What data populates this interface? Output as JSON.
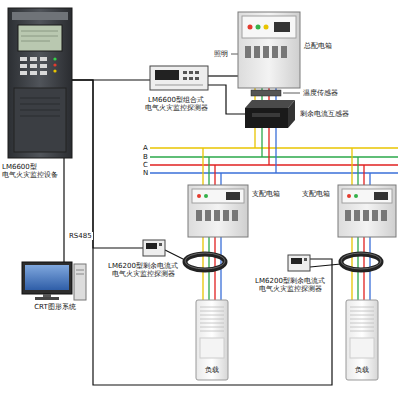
{
  "diagram": {
    "nodes": [
      {
        "text": [
          "LM6600型 电气火灾监控设备"
        ]
      },
      {
        "text": [
          "总配电箱"
        ]
      },
      {
        "text": [
          "LM6600型组合式 电气火灾监控探测器"
        ]
      },
      {
        "text": [
          "剩余电流互感器"
        ]
      },
      {
        "text": [
          "支配电箱"
        ]
      },
      {
        "text": [
          "支配电箱"
        ]
      },
      {
        "text": [
          "LM6200型剩余电流式 电气火灾监控探测器"
        ]
      },
      {
        "text": [
          "LM6200型剩余电流式 电气火灾监控探测器"
        ]
      },
      {
        "text": [
          "CRT图形系统"
        ]
      },
      {
        "text": [
          "负载"
        ]
      },
      {
        "text": [
          "负载"
        ]
      }
    ],
    "edges": [
      {
        "from": 0,
        "to": 8,
        "label": "RS485",
        "arrow": "none"
      },
      {
        "from": 0,
        "to": 2,
        "arrow": "none"
      },
      {
        "from": 2,
        "to": 1,
        "arrow": "none"
      },
      {
        "from": 2,
        "to": 3,
        "arrow": "none"
      },
      {
        "from": 0,
        "to": 6,
        "arrow": "none"
      },
      {
        "from": 0,
        "to": 7,
        "arrow": "none"
      },
      {
        "from": 4,
        "to": 9,
        "arrow": "none"
      },
      {
        "from": 5,
        "to": 10,
        "arrow": "none"
      }
    ],
    "labels": [
      "照明",
      "温度传感器",
      "A",
      "B",
      "C",
      "N"
    ]
  }
}
